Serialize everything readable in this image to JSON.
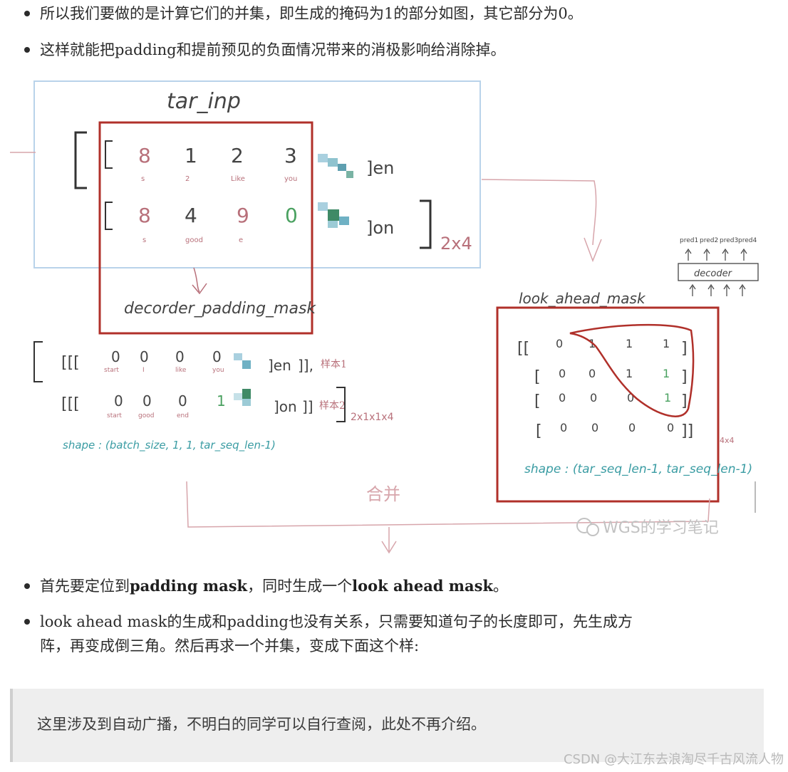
{
  "bullets": {
    "b1": "所以我们要做的是计算它们的并集，即生成的掩码为1的部分如图，其它部分为0。",
    "b2": "这样就能把padding和提前预见的负面情况带来的消极影响给消除掉。",
    "b3_pre": "首先要定位到",
    "b3_bold1": "padding mask",
    "b3_mid": "，同时生成一个",
    "b3_bold2": "look ahead mask",
    "b3_end": "。",
    "b4_line1": "look ahead mask的生成和padding也没有关系，只需要知道句子的长度即可，先生成方",
    "b4_line2": "阵，再变成倒三角。然后再求一个并集，变成下面这个样:"
  },
  "quote": "这里涉及到自动广播，不明白的同学可以自行查阅，此处不再介绍。",
  "watermark": "CSDN @大江东去浪淘尽千古风流人物",
  "figure": {
    "title": "tar_inp",
    "row1": {
      "values": [
        "8",
        "1",
        "2",
        "3"
      ],
      "words": [
        "s",
        "2",
        "Like",
        "you"
      ],
      "tag": "]en"
    },
    "row2": {
      "values": [
        "8",
        "4",
        "9",
        "0"
      ],
      "words": [
        "s",
        "good",
        "e",
        ""
      ],
      "tag": "]on"
    },
    "dims": "2x4",
    "padding_label": "decorder_padding_mask",
    "mask1": {
      "values": [
        "0",
        "0",
        "0",
        "0"
      ],
      "words": [
        "start",
        "I",
        "like",
        "you"
      ],
      "tag": "]en",
      "note": "样本1"
    },
    "mask2": {
      "values": [
        "0",
        "0",
        "0",
        "1"
      ],
      "words": [
        "start",
        "good",
        "end",
        ""
      ],
      "tag": "]on",
      "note": "样本2"
    },
    "mask_dims": "2x1x1x4",
    "shape_left": "shape : (batch_size, 1, 1, tar_seq_len-1)",
    "look_label": "look_ahead_mask",
    "look_rows": [
      [
        "0",
        "1",
        "1",
        "1"
      ],
      [
        "0",
        "0",
        "1",
        "1"
      ],
      [
        "0",
        "0",
        "0",
        "1"
      ],
      [
        "0",
        "0",
        "0",
        "0"
      ]
    ],
    "look_dims": "4x4",
    "shape_right": "shape : (tar_seq_len-1, tar_seq_len-1)",
    "merge_label": "合并",
    "decoder_label": "decoder",
    "pred_labels": [
      "pred1",
      "pred2",
      "pred3",
      "pred4"
    ],
    "wechat": "WGS的学习笔记"
  },
  "colors": {
    "red_box": "#b0302a",
    "pink_ink": "#b8707a",
    "teal_ink": "#3a9ca3",
    "green_ink": "#4aa160",
    "blue_frame": "#b9d3ea"
  }
}
